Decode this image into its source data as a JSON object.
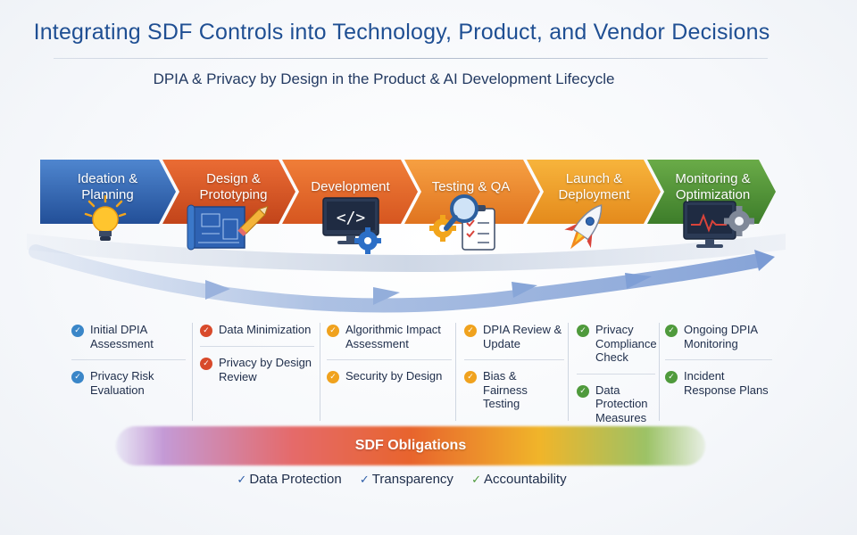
{
  "title": "Integrating SDF Controls into Technology, Product, and Vendor Decisions",
  "subtitle": "DPIA & Privacy by Design in the Product & AI Development Lifecycle",
  "stages": [
    {
      "label": "Ideation & Planning",
      "icon": "lightbulb-icon",
      "color": "#2f67b1",
      "items": [
        {
          "text": "Initial DPIA Assessment"
        },
        {
          "text": "Privacy Risk Evaluation"
        }
      ],
      "check_color": "#3a86c8"
    },
    {
      "label": "Design & Prototyping",
      "icon": "blueprint-pencil-icon",
      "color": "#d9531e",
      "items": [
        {
          "text": "Data Minimization"
        },
        {
          "text": "Privacy by Design Review"
        }
      ],
      "check_color": "#d84a2b"
    },
    {
      "label": "Development",
      "icon": "code-monitor-icon",
      "color": "#e4662a",
      "items": [
        {
          "text": "Algorithmic Impact Assessment"
        },
        {
          "text": "Security by Design"
        }
      ],
      "check_color": "#f0a21e"
    },
    {
      "label": "Testing & QA",
      "icon": "magnifier-checklist-icon",
      "color": "#ec8a24",
      "items": [
        {
          "text": "DPIA Review & Update"
        },
        {
          "text": "Bias & Fairness Testing"
        }
      ],
      "check_color": "#f0a21e"
    },
    {
      "label": "Launch & Deployment",
      "icon": "rocket-icon",
      "color": "#ef9a22",
      "items": [
        {
          "text": "Privacy Compliance Check"
        },
        {
          "text": "Data Protection Measures"
        }
      ],
      "check_color": "#4f9a3c"
    },
    {
      "label": "Monitoring & Optimization",
      "icon": "monitor-gear-icon",
      "color": "#4f9236",
      "items": [
        {
          "text": "Ongoing DPIA Monitoring"
        },
        {
          "text": "Incident Response Plans"
        }
      ],
      "check_color": "#4f9a3c"
    }
  ],
  "obligations_title": "SDF Obligations",
  "obligations": [
    {
      "label": "Data Protection",
      "check_color": "#2f5fa8"
    },
    {
      "label": "Transparency",
      "check_color": "#2f5fa8"
    },
    {
      "label": "Accountability",
      "check_color": "#4f9a3c"
    }
  ]
}
